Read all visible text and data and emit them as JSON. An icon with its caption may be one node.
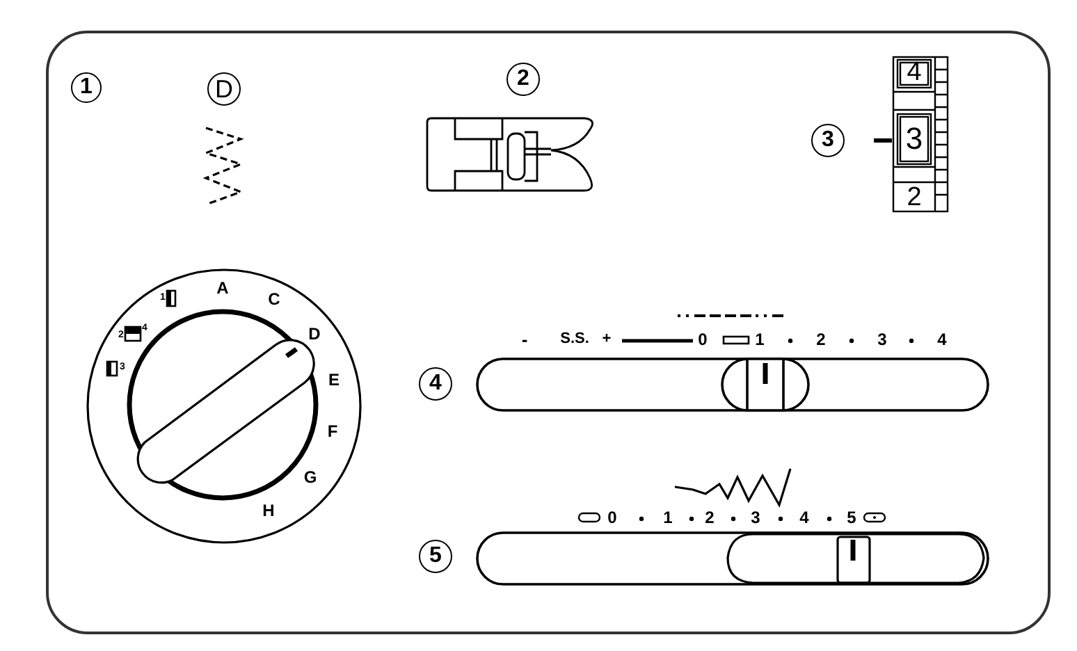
{
  "diagram": {
    "nodes": [
      {
        "text": [
          "1"
        ]
      },
      {
        "text": [
          "D"
        ]
      },
      {
        "text": [
          "2"
        ]
      },
      {
        "text": [
          "3"
        ]
      },
      {
        "text": [
          "4"
        ]
      },
      {
        "text": [
          "5"
        ]
      }
    ],
    "labels": [
      "4",
      "3",
      "2",
      "A",
      "C",
      "D",
      "E",
      "F",
      "G",
      "H",
      "1",
      "2",
      "4",
      "3",
      "-",
      "S.S.",
      "+",
      "0",
      "1",
      "2",
      "3",
      "4",
      "0",
      "1",
      "2",
      "3",
      "4",
      "5"
    ]
  }
}
